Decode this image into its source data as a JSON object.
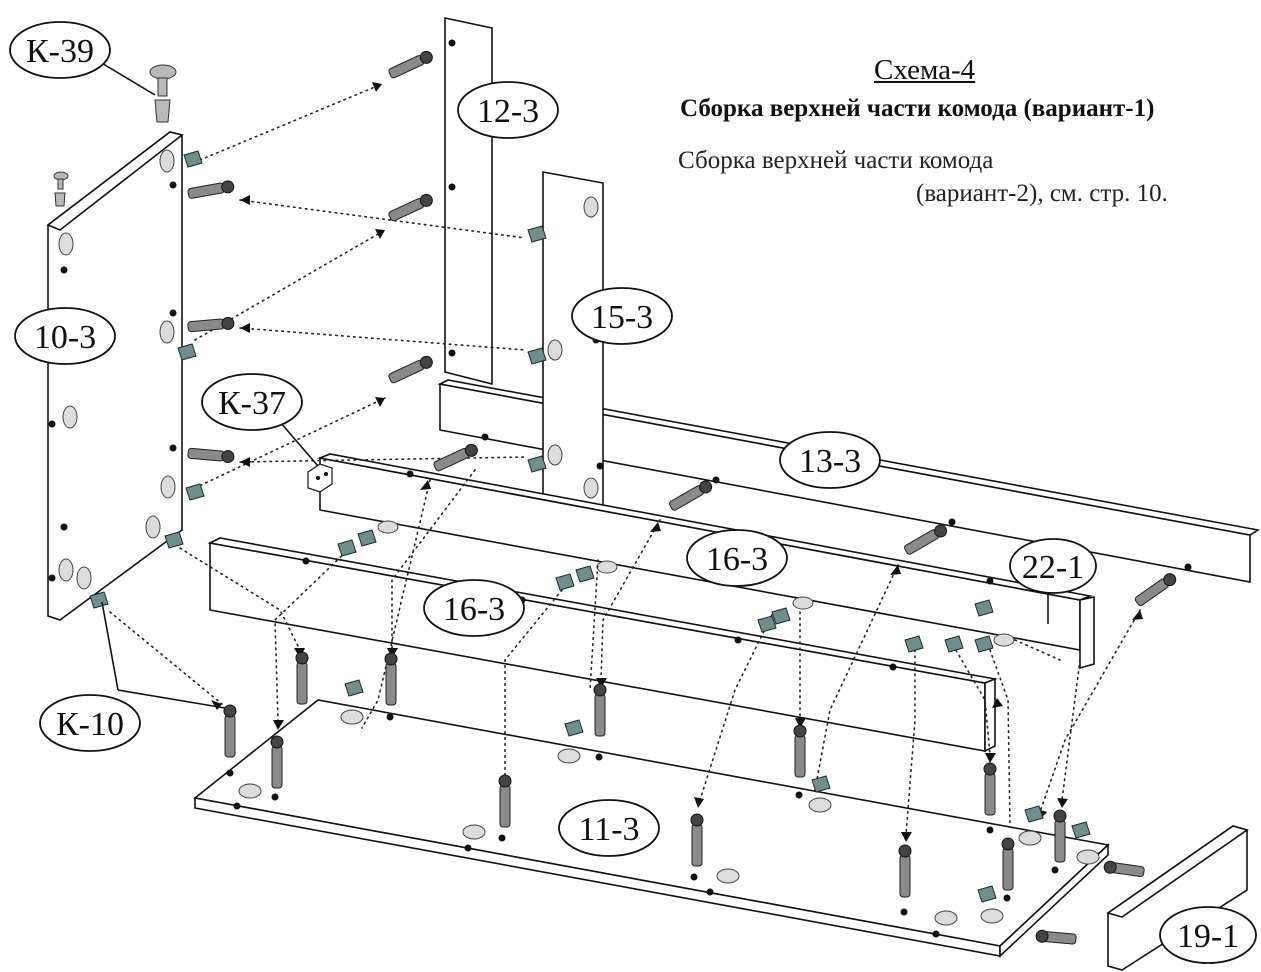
{
  "header": {
    "scheme_title": "Схема-4",
    "subtitle": "Сборка верхней части комода (вариант-1)",
    "note_line1": "Сборка верхней части комода",
    "note_line2": "(вариант-2), см. стр. 10."
  },
  "labels": {
    "k39": "К-39",
    "k37": "К-37",
    "k10": "К-10",
    "p10_3": "10-3",
    "p12_3": "12-3",
    "p15_3": "15-3",
    "p13_3": "13-3",
    "p16_3_rear": "16-3",
    "p16_3_front": "16-3",
    "p22_1": "22-1",
    "p11_3": "11-3",
    "p19_1": "19-1"
  },
  "icons": {
    "confirmat_pin": "cam-dowel-pin-icon",
    "cam_lock": "cam-lock-icon",
    "adjustable_foot": "adjustable-foot-icon",
    "corner_bracket": "corner-bracket-icon"
  },
  "colors": {
    "line": "#111111",
    "hole_fill": "#dcdcdc",
    "cam_fill": "#6f8f8f",
    "pin_fill": "#8a8a8a"
  }
}
